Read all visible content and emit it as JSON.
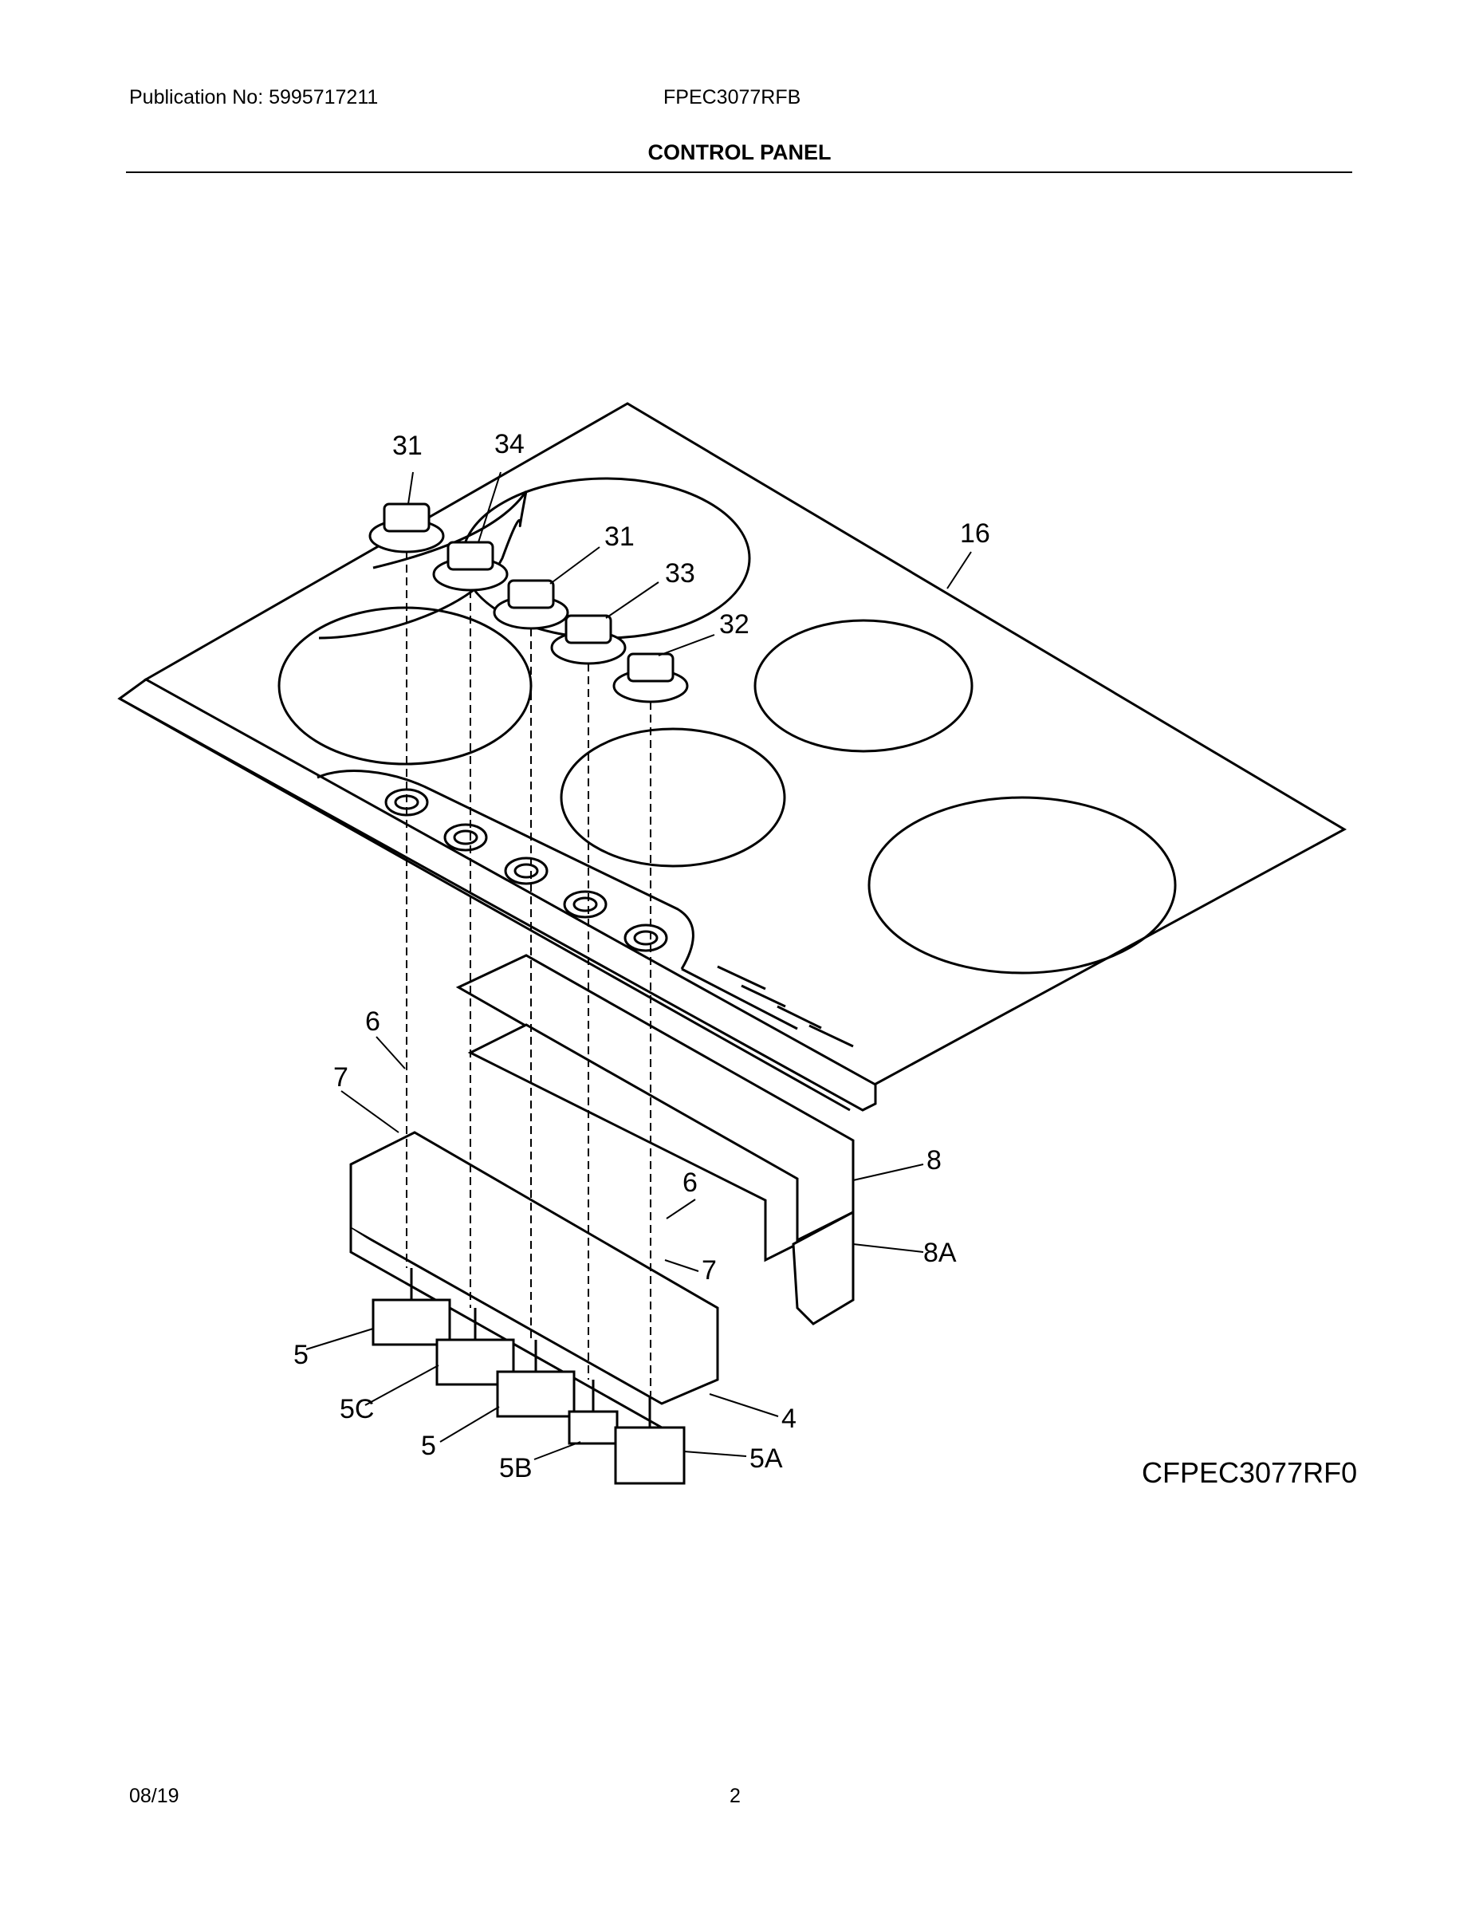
{
  "header": {
    "publication": "Publication No: 5995717211",
    "model": "FPEC3077RFB",
    "title": "CONTROL PANEL"
  },
  "callouts": [
    "31",
    "34",
    "31",
    "33",
    "32",
    "16",
    "6",
    "7",
    "6",
    "8",
    "8A",
    "7",
    "5",
    "5C",
    "5",
    "5B",
    "5A",
    "4"
  ],
  "figure_id": "CFPEC3077RF0",
  "footer": {
    "date": "08/19",
    "page": "2"
  }
}
